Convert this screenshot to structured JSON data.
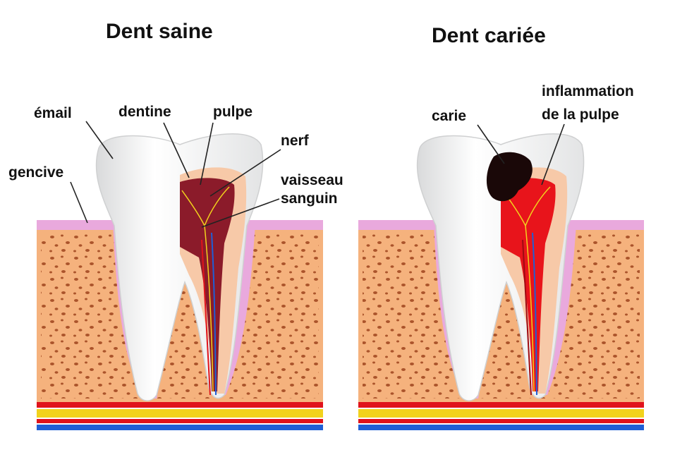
{
  "titles": {
    "healthy": "Dent saine",
    "decayed": "Dent cariée"
  },
  "labels": {
    "email": "émail",
    "dentine": "dentine",
    "pulpe": "pulpe",
    "nerf": "nerf",
    "gencive": "gencive",
    "vaisseau_line1": "vaisseau",
    "vaisseau_line2": "sanguin",
    "carie": "carie",
    "inflammation_line1": "inflammation",
    "inflammation_line2": "de la pulpe"
  },
  "colors": {
    "bone": "#f5b27d",
    "bone_pores": "#a34a22",
    "gum": "#e9a9dd",
    "enamel": "#f1f2f2",
    "dentin": "#f7c9a8",
    "pulp_healthy": "#8b1b2a",
    "pulp_inflamed": "#e8141b",
    "caries": "#1a0808",
    "nerve": "#f2d21c",
    "artery": "#e0131b",
    "vein": "#1f5fd6"
  }
}
